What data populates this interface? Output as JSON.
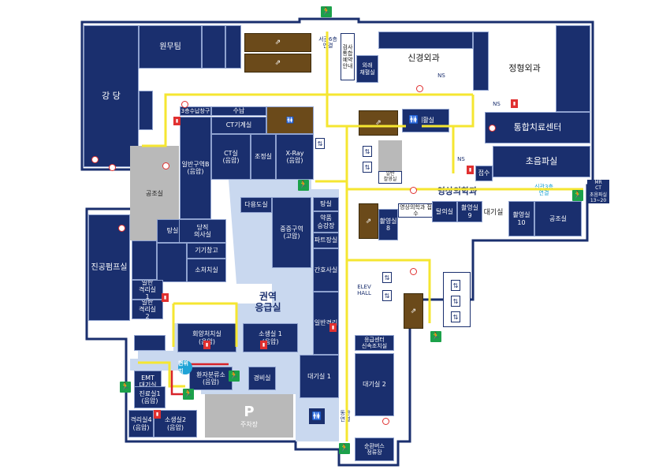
{
  "labels": {
    "lecture_hall": "강 당",
    "admin_team": "원무팀",
    "room_3rd_consult": "3층수납창구",
    "payment": "수납",
    "ct_counter": "CT기계실",
    "general_b": "일반구역B\n(음압)",
    "ct_room": "CT실\n(음압)",
    "prep_room": "조정실",
    "xray": "X-Ray\n(음압)",
    "hold_room": "공조실",
    "multi_room": "다용도실",
    "tan_room": "탕실",
    "med_supply": "약품\n승강장",
    "doctor_room": "당직\n의사실",
    "severe_zone": "중증구역\n(고압)",
    "equipment": "기기창고",
    "disinfect": "소처치실",
    "nurse_station": "간호사실",
    "party_room": "파트장실",
    "isolation_1": "일반\n격리실\n1",
    "isolation_2": "일반\n격리실\n2",
    "emergency_main": "권역\n응급실",
    "general_iso": "일반격리",
    "resus": "회양처치실\n(음압)",
    "resus_1": "소생실 1\n(음압)",
    "emt": "EMT\n대기실",
    "exam_1": "진료실1\n(음압)",
    "triage": "환자분류소\n(음압)",
    "guard": "경비실",
    "waiting_1": "대기실 1",
    "iso_4": "격리실4\n(음압)",
    "resus_2": "소생실2\n(음압)",
    "parking_p": "P",
    "parking": "주차장",
    "vacuum_room": "진공펌프실",
    "neurosurgery": "신경외과",
    "orthopedics": "정형외과",
    "integrated_care": "통합치료센터",
    "ultrasound": "초음파실",
    "radiology": "영상의학과",
    "consult": "접수",
    "pain_room": "탈의실",
    "xray_9": "촬영실\n9",
    "waiting_room": "대기실",
    "xray_10": "촬영실\n10",
    "hvac": "공조실",
    "lab": "검사",
    "lab_2": "통합",
    "lab_3": "예약",
    "info": "안내",
    "external_blood": "외래\n채혈실",
    "west_link": "서관6층\n연결",
    "ns": "NS",
    "ns_2": "NS",
    "ns_3": "NS",
    "sink_room": "재활실",
    "shuttle_room": "일반\n촬영실",
    "radiology_consult": "영상의학과 접수",
    "xray_8": "촬영실\n8",
    "new_link": "신관3층\n연결",
    "mr_ct": "MR\nCT",
    "shuttle_label": "초음파실\n13~20",
    "elev_hall": "ELEV\nHALL",
    "er_center": "응급센터\n신속조치실",
    "waiting_2": "대기실 2",
    "east_link": "동관\n연결",
    "shuttle_bus": "순환버스\n정류장",
    "badge_label": "현위치"
  },
  "icons": {
    "exit": "exit-icon",
    "elevator": "elevator-icon",
    "escalator": "escalator-icon",
    "restroom": "restroom-icon",
    "fire_alarm": "fire-alarm-icon",
    "extinguisher": "fire-extinguisher-icon"
  },
  "colors": {
    "navy": "#1a2f6e",
    "light_blue": "#c9d8ef",
    "path_yellow": "#f5e631",
    "route_red": "#d8232a",
    "gray": "#b9b9b9",
    "exit_green": "#1ca14a"
  }
}
